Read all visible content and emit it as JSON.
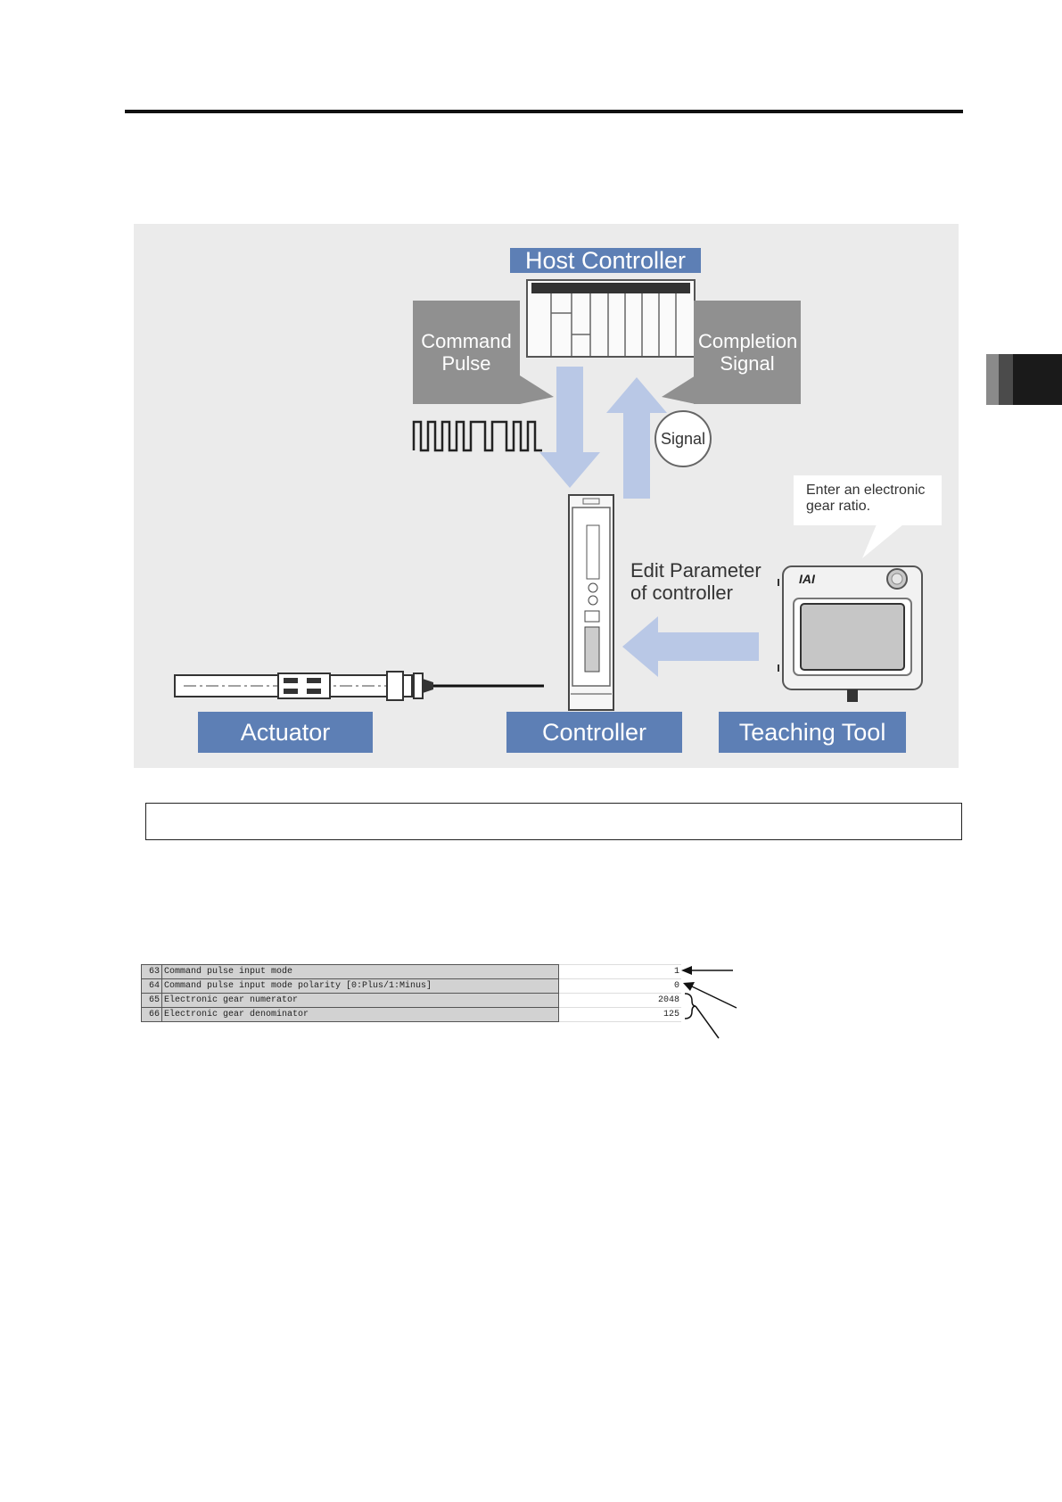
{
  "figure": {
    "host_controller_label": "Host Controller",
    "command_pulse_label": "Command Pulse",
    "completion_signal_label": "Completion Signal",
    "signal_label": "Signal",
    "gear_ratio_callout": "Enter an electronic gear ratio.",
    "edit_parameter_label": "Edit Parameter of controller",
    "teaching_tool_brand": "IAI",
    "actuator_label": "Actuator",
    "controller_label": "Controller",
    "teaching_tool_label": "Teaching Tool"
  },
  "parameters": [
    {
      "no": "63",
      "name": "Command pulse input mode",
      "value": "1"
    },
    {
      "no": "64",
      "name": "Command pulse input mode polarity [0:Plus/1:Minus]",
      "value": "0"
    },
    {
      "no": "65",
      "name": "Electronic gear numerator",
      "value": "2048"
    },
    {
      "no": "66",
      "name": "Electronic gear denominator",
      "value": "125"
    }
  ],
  "colors": {
    "label_blue": "#5d7fb5",
    "arrow_blue": "#b9c8e6",
    "callout_gray": "#909090",
    "figure_background": "#ebebeb"
  }
}
